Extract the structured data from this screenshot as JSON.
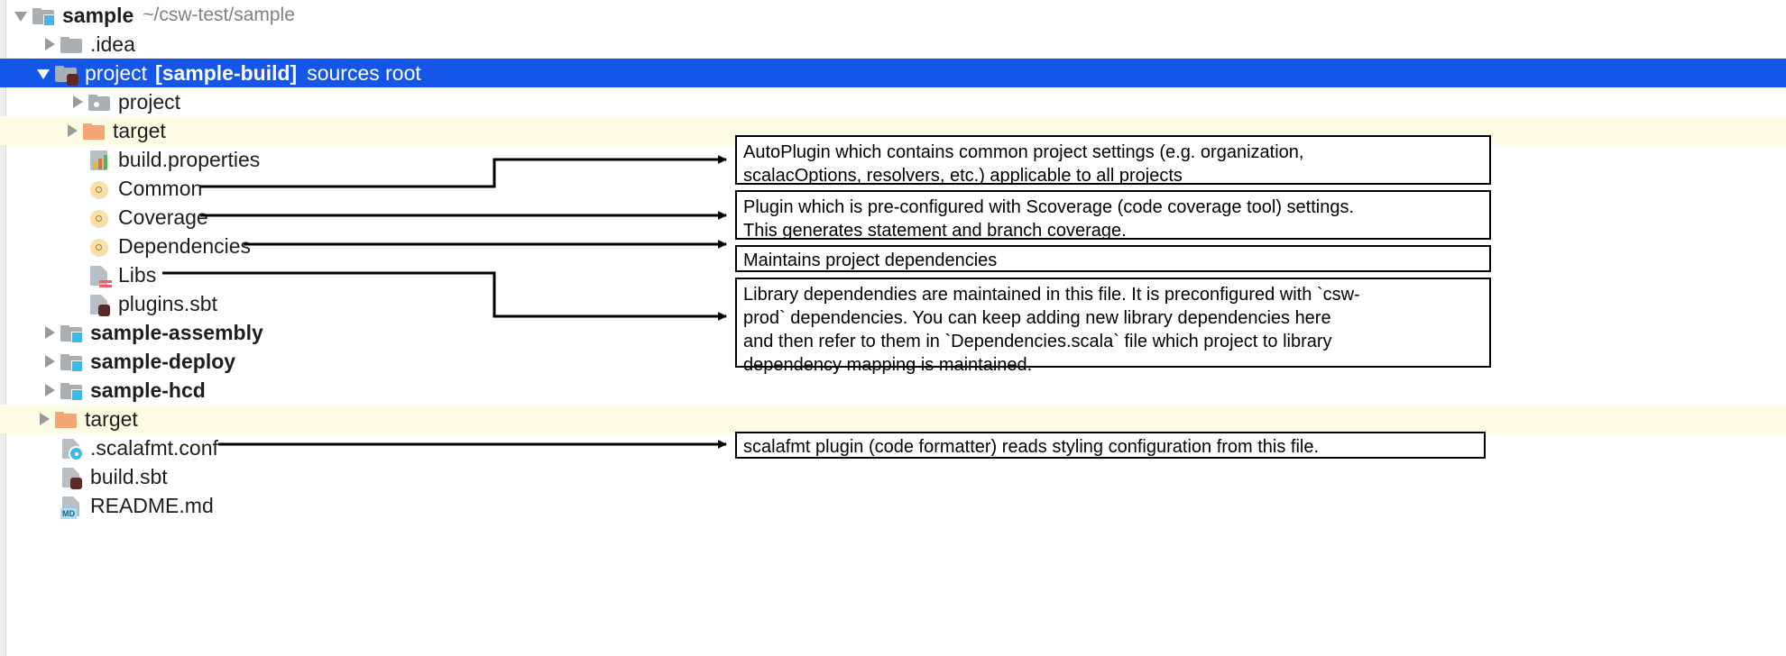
{
  "tree": {
    "items": [
      {
        "indent": 0,
        "toggle": "down",
        "icon": "folder-module-icon",
        "label": "sample",
        "bold": true,
        "path": "~/csw-test/sample",
        "state": "normal"
      },
      {
        "indent": 1,
        "toggle": "right",
        "icon": "folder-gray-icon",
        "label": ".idea",
        "bold": false,
        "state": "normal"
      },
      {
        "indent": 1,
        "toggle": "down",
        "icon": "folder-sbt-icon",
        "label": "project",
        "bold": false,
        "tag": "[sample-build]",
        "tag2": "sources root",
        "state": "selected"
      },
      {
        "indent": 2,
        "toggle": "right",
        "icon": "folder-source-icon",
        "label": "project",
        "bold": false,
        "state": "normal"
      },
      {
        "indent": 2,
        "toggle": "right",
        "icon": "folder-orange-icon",
        "label": "target",
        "bold": false,
        "state": "highlighted"
      },
      {
        "indent": 2,
        "toggle": "none",
        "icon": "properties-file-icon",
        "label": "build.properties",
        "bold": false,
        "state": "normal"
      },
      {
        "indent": 2,
        "toggle": "none",
        "icon": "scala-object-icon",
        "label": "Common",
        "bold": false,
        "state": "normal"
      },
      {
        "indent": 2,
        "toggle": "none",
        "icon": "scala-object-icon",
        "label": "Coverage",
        "bold": false,
        "state": "normal"
      },
      {
        "indent": 2,
        "toggle": "none",
        "icon": "scala-object-icon",
        "label": "Dependencies",
        "bold": false,
        "state": "normal"
      },
      {
        "indent": 2,
        "toggle": "none",
        "icon": "scala-file-icon",
        "label": "Libs",
        "bold": false,
        "state": "normal"
      },
      {
        "indent": 2,
        "toggle": "none",
        "icon": "sbt-file-icon",
        "label": "plugins.sbt",
        "bold": false,
        "state": "normal"
      },
      {
        "indent": 1,
        "toggle": "right",
        "icon": "folder-module-icon",
        "label": "sample-assembly",
        "bold": true,
        "state": "normal"
      },
      {
        "indent": 1,
        "toggle": "right",
        "icon": "folder-module-icon",
        "label": "sample-deploy",
        "bold": true,
        "state": "normal"
      },
      {
        "indent": 1,
        "toggle": "right",
        "icon": "folder-module-icon",
        "label": "sample-hcd",
        "bold": true,
        "state": "normal"
      },
      {
        "indent": 1,
        "toggle": "right",
        "icon": "folder-orange-icon",
        "label": "target",
        "bold": false,
        "state": "highlighted"
      },
      {
        "indent": 1,
        "toggle": "none",
        "icon": "conf-file-icon",
        "label": ".scalafmt.conf",
        "bold": false,
        "state": "normal"
      },
      {
        "indent": 1,
        "toggle": "none",
        "icon": "sbt-file-icon",
        "label": "build.sbt",
        "bold": false,
        "state": "normal"
      },
      {
        "indent": 1,
        "toggle": "none",
        "icon": "markdown-file-icon",
        "label": "README.md",
        "bold": false,
        "state": "normal"
      }
    ]
  },
  "annotations": [
    {
      "id": "note-common",
      "lines": [
        "AutoPlugin which contains common project settings (e.g. organization,",
        "scalacOptions, resolvers, etc.) applicable to all projects"
      ]
    },
    {
      "id": "note-coverage",
      "lines": [
        "Plugin which is pre-configured with Scoverage (code coverage tool) settings.",
        "This generates statement and branch coverage."
      ]
    },
    {
      "id": "note-dependencies",
      "lines": [
        "Maintains project dependencies"
      ]
    },
    {
      "id": "note-libs",
      "lines": [
        "Library dependendies are maintained in this file.  It is preconfigured with `csw-",
        "prod` dependencies.  You can keep adding new library dependencies here",
        "and then refer to them in `Dependencies.scala` file which project to library",
        "dependency mapping is maintained."
      ]
    },
    {
      "id": "note-scalafmt",
      "lines": [
        "scalafmt plugin (code formatter) reads styling configuration from this file."
      ]
    }
  ],
  "colors": {
    "selection_blue": "#1457e8",
    "highlight_yellow": "#fcfbe3",
    "folder_gray": "#a8b0b5",
    "folder_orange": "#f4a672",
    "badge_blue": "#3fb8e8",
    "sbt_dot": "#5b2a26",
    "scala_circle": "#fadfab",
    "annotation_border": "#000000"
  }
}
